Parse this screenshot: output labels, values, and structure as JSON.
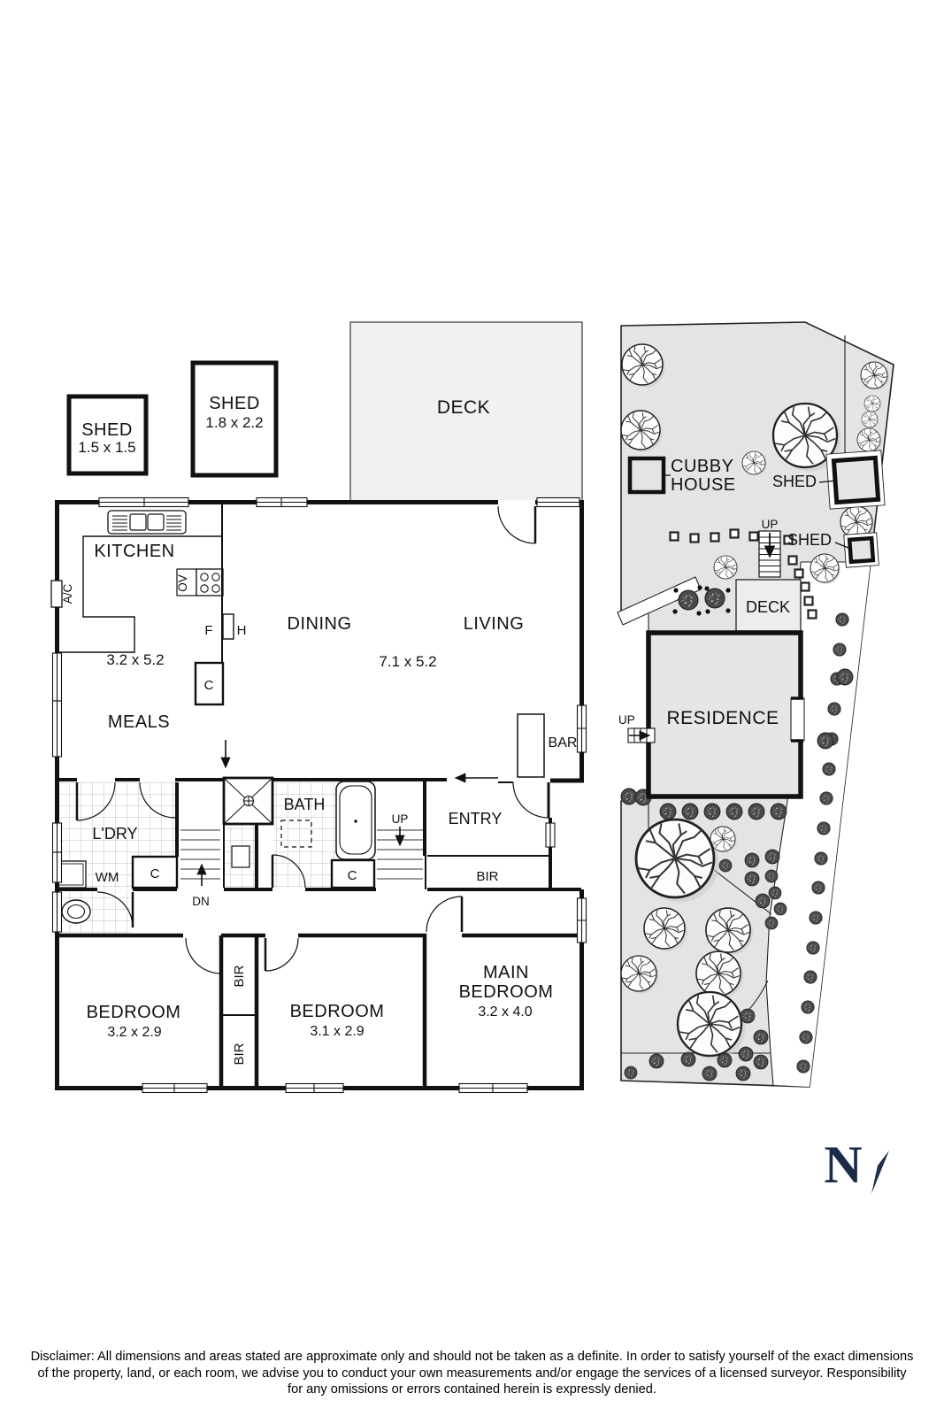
{
  "floorplan": {
    "sheds": [
      {
        "label": "SHED",
        "dims": "1.5 x 1.5"
      },
      {
        "label": "SHED",
        "dims": "1.8 x 2.2"
      }
    ],
    "deck": "DECK",
    "rooms": {
      "kitchen": "KITCHEN",
      "meals": "MEALS",
      "meals_dims": "3.2 x 5.2",
      "dining": "DINING",
      "living": "LIVING",
      "living_dims": "7.1 x 5.2",
      "bar": "BAR",
      "laundry": "L'DRY",
      "bath": "BATH",
      "entry": "ENTRY",
      "bedroom1": {
        "name": "BEDROOM",
        "dims": "3.2 x 2.9"
      },
      "bedroom2": {
        "name": "BEDROOM",
        "dims": "3.1 x 2.9"
      },
      "main_bedroom": {
        "line1": "MAIN",
        "line2": "BEDROOM",
        "dims": "3.2 x 4.0"
      }
    },
    "labels": {
      "ac": "A/C",
      "ov": "OV",
      "fridge": "F",
      "hot_water": "H",
      "cupboard": "C",
      "wm": "WM",
      "up": "UP",
      "dn": "DN",
      "bir": "BIR"
    }
  },
  "siteplan": {
    "cubby_house": {
      "line1": "CUBBY",
      "line2": "HOUSE"
    },
    "shed_upper": "SHED",
    "shed_lower": "SHED",
    "deck": "DECK",
    "residence": "RESIDENCE",
    "up_stairs": "UP",
    "up_side": "UP"
  },
  "compass": {
    "north": "N"
  },
  "colors": {
    "accent_navy": "#1c2b4a",
    "lot_gray": "#e4e4e4",
    "deck_gray": "#f1f1f1"
  },
  "disclaimer": {
    "line1": "Disclaimer: All dimensions and areas stated are approximate only and should not be taken as a definite. In order to satisfy yourself of the exact dimensions",
    "line2": "of the property, land, or each room, we advise you to conduct your own measurements and/or engage the services of a licensed surveyor. Responsibility",
    "line3": "for any omissions or errors contained herein is expressly denied."
  }
}
